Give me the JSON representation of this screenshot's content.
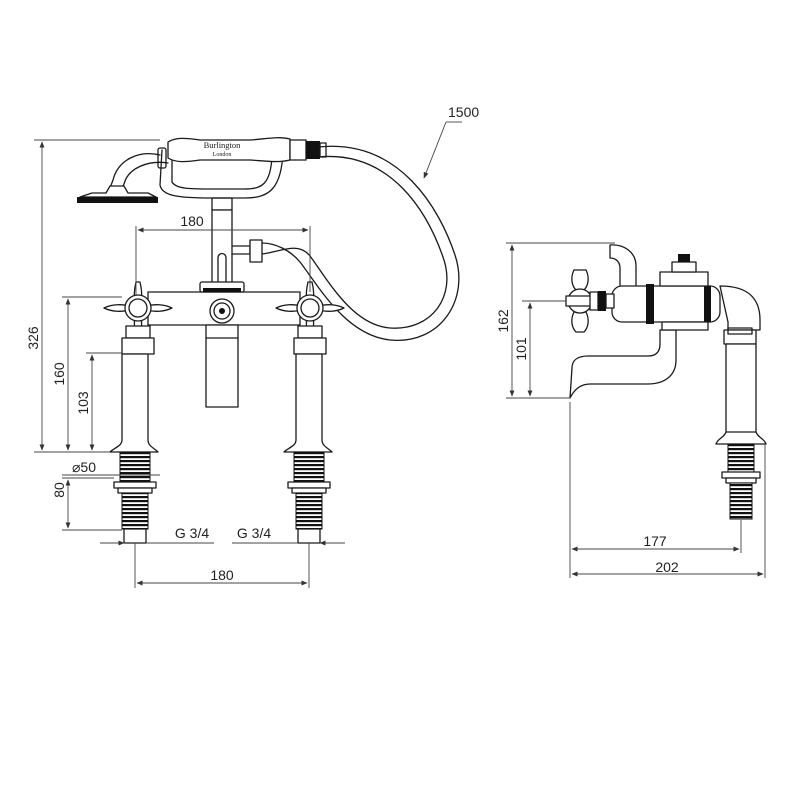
{
  "brand": {
    "name": "Burlington",
    "sub": "London"
  },
  "dimensions": {
    "hose_length": "1500",
    "overall_height": "326",
    "handle_height": "160",
    "spout_height": "103",
    "diameter": "⌀50",
    "thread_length": "80",
    "top_centres": "180",
    "bottom_centres": "180",
    "thread_left": "G 3/4",
    "thread_right": "G 3/4",
    "side_height_total": "162",
    "side_height_spout": "101",
    "projection_inner": "177",
    "projection_outer": "202"
  }
}
